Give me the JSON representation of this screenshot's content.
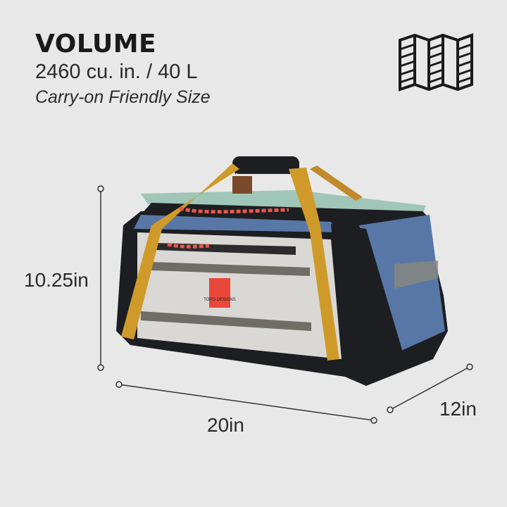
{
  "heading": "VOLUME",
  "volume": "2460 cu. in. / 40 L",
  "subtitle": "Carry-on Friendly Size",
  "dimensions": {
    "height": "10.25in",
    "width": "20in",
    "depth": "12in"
  },
  "product": {
    "brand_label": "TOPO DESIGNS"
  },
  "icons": {
    "volume": "folded-map-icon"
  },
  "colors": {
    "background": "#e9e8e9",
    "strap": "#d09a2a",
    "blue": "#5877a6",
    "black": "#1d1e21",
    "light_panel": "#d9d8d4",
    "mint_lid": "#9fc6b8",
    "red_tag": "#e8473a"
  }
}
